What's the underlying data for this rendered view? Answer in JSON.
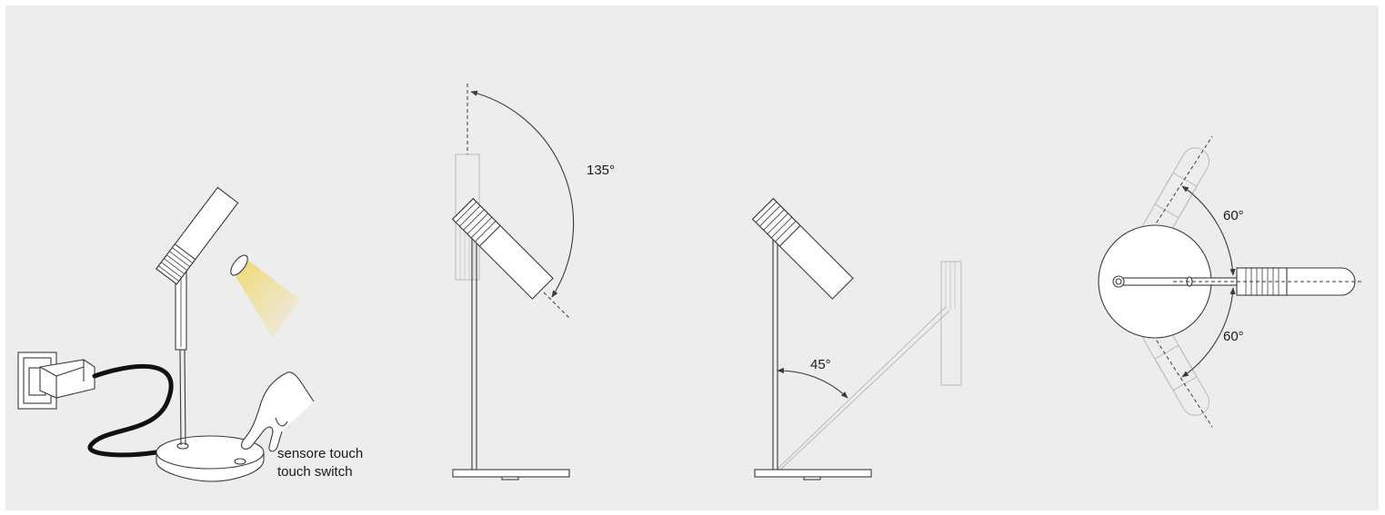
{
  "colors": {
    "panel_bg": "#ededed",
    "line": "#3a3a3a",
    "ghost_line": "#b9b9b9",
    "light_beam": "#f3e39a",
    "cable": "#111111"
  },
  "figures": {
    "use": {
      "label_line1": "sensore touch",
      "label_line2": "touch switch"
    },
    "tilt_up": {
      "angle_label": "135°"
    },
    "tilt_down": {
      "angle_label": "45°"
    },
    "rotation_top": {
      "angle_upper_label": "60°",
      "angle_lower_label": "60°"
    }
  }
}
